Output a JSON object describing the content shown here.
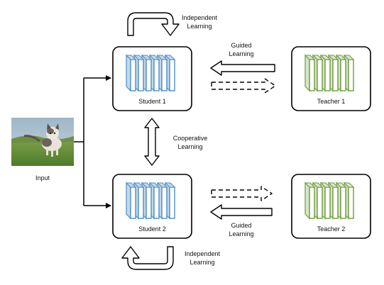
{
  "input": {
    "label": "Input"
  },
  "students": [
    {
      "label": "Student 1"
    },
    {
      "label": "Student 2"
    }
  ],
  "teachers": [
    {
      "label": "Teacher 1"
    },
    {
      "label": "Teacher 2"
    }
  ],
  "edges": {
    "independent_top": [
      "Independent",
      "Learning"
    ],
    "guided_top": [
      "Guided",
      "Learning"
    ],
    "cooperative": [
      "Cooperative",
      "Learning"
    ],
    "guided_bottom": [
      "Guided",
      "Learning"
    ],
    "independent_bottom": [
      "Independent",
      "Learning"
    ]
  },
  "colors": {
    "student_layers": "#4a90c8",
    "student_layer_side": "#c9d6e6",
    "teacher_layers": "#6e9a3c",
    "teacher_layer_side": "#d9e4cc",
    "outline": "#000000"
  },
  "icons": {
    "input_image": "kitten-photo"
  }
}
